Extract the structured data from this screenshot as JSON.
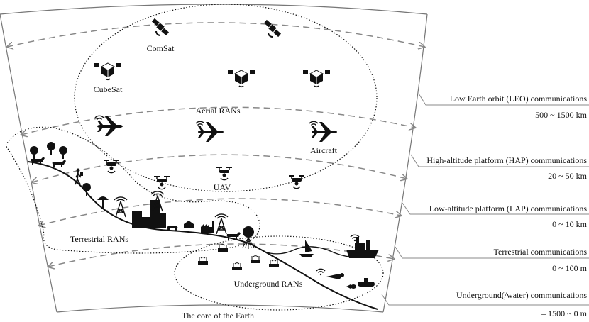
{
  "diagram": {
    "nodes": {
      "comsat": "ComSat",
      "cubesat": "CubeSat",
      "aerial_rans": "Aerial RANs",
      "aircraft": "Aircraft",
      "uav": "UAV",
      "terrestrial_rans": "Terrestrial RANs",
      "underground_rans": "Underground RANs",
      "core": "The core of the Earth"
    },
    "layers": [
      {
        "name": "Low Earth orbit (LEO) communications",
        "range": "500 ~ 1500 km"
      },
      {
        "name": "High-altitude platform (HAP) communications",
        "range": "20 ~ 50 km"
      },
      {
        "name": "Low-altitude platform (LAP) communications",
        "range": "0 ~ 10 km"
      },
      {
        "name": "Terrestrial communications",
        "range": "0 ~ 100 m"
      },
      {
        "name": "Underground(/water) communications",
        "range": "– 1500 ~ 0 m"
      }
    ],
    "icons": [
      "satellite-icon",
      "cubesat-icon",
      "aircraft-icon",
      "drone-icon",
      "tree-icon",
      "animal-icon",
      "person-icon",
      "antenna-tower-icon",
      "building-icon",
      "car-icon",
      "factory-icon",
      "ship-icon",
      "sailboat-icon",
      "diver-icon",
      "submarine-icon",
      "sensor-node-icon"
    ]
  }
}
